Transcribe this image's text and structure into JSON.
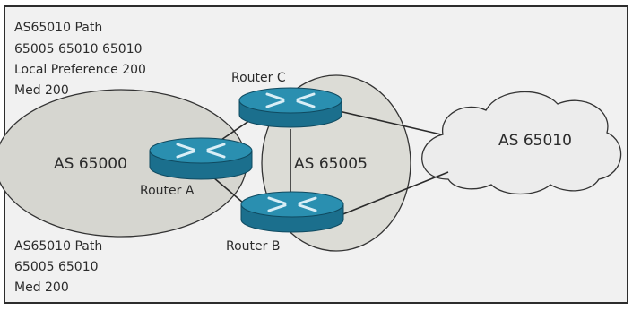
{
  "annotations": {
    "top": [
      "AS65010 Path",
      "65005 65010 65010",
      "Local Preference 200",
      "Med 200"
    ],
    "bottom": [
      "AS65010 Path",
      "65005 65010",
      "Med 200"
    ]
  },
  "nodes": {
    "as65000": "AS 65000",
    "as65005": "AS 65005",
    "as65010": "AS 65010",
    "router_a": "Router A",
    "router_b": "Router B",
    "router_c": "Router C"
  },
  "colors": {
    "router_top": "#2a8fb0",
    "router_body": "#1b6f8d",
    "router_arrows": "#d9eef6",
    "as_fill": "#d6d6d0",
    "link": "#2b2b2b"
  }
}
